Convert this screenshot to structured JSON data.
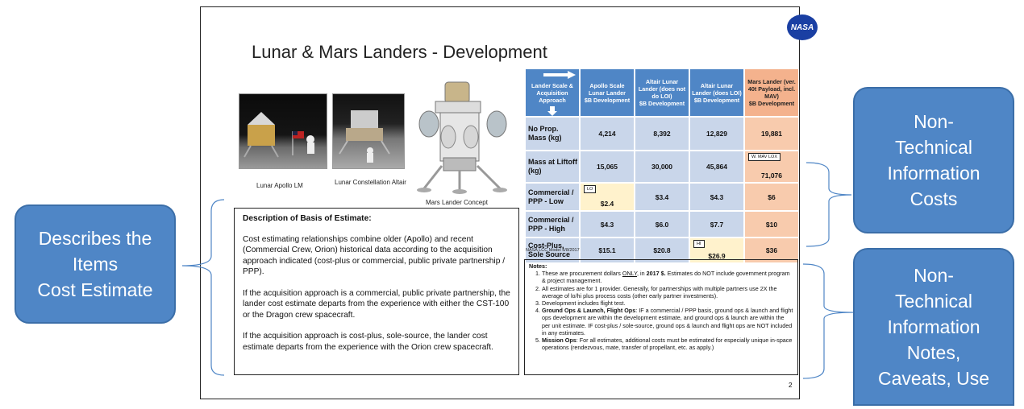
{
  "slide": {
    "title": "Lunar & Mars Landers - Development",
    "logo_text": "NASA",
    "page_number": "2"
  },
  "images": [
    {
      "caption": "Lunar Apollo LM",
      "icon": "apollo-lm-photo"
    },
    {
      "caption": "Lunar Constellation Altair",
      "icon": "altair-photo"
    },
    {
      "caption": "Mars  Lander Concept",
      "icon": "mars-lander-render"
    }
  ],
  "description": {
    "heading": "Description of Basis of Estimate:",
    "paragraphs": [
      "Cost estimating relationships combine older (Apollo) and recent (Commercial Crew, Orion) historical data according to the acquisition approach indicated (cost-plus or commercial, public private partnership / PPP).",
      "If the acquisition approach is a commercial, public private partnership, the lander cost estimate departs from the experience with either the CST-100 or the Dragon crew spacecraft.",
      "If the acquisition approach is cost-plus, sole-source, the lander cost estimate departs from the experience with the Orion crew spacecraft."
    ]
  },
  "table": {
    "corner": "Lander Scale & Acquisition Approach",
    "columns": [
      {
        "name": "Apollo Scale Lunar Lander",
        "unit": "$B Development"
      },
      {
        "name": "Altair Lunar Lander (does not do LOI)",
        "unit": "$B Development"
      },
      {
        "name": "Altair Lunar Lander (does LOI)",
        "unit": "$B Development"
      },
      {
        "name": "Mars Lander (ver. 40t Payload, incl. MAV)",
        "unit": "$B Development"
      }
    ],
    "rows": [
      {
        "label": "No Prop. Mass (kg)",
        "values": [
          "4,214",
          "8,392",
          "12,829",
          "19,881"
        ]
      },
      {
        "label": "Mass at Liftoff (kg)",
        "values": [
          "15,065",
          "30,000",
          "45,864",
          "71,076"
        ]
      },
      {
        "label": "Commercial / PPP - Low",
        "values": [
          "$2.4",
          "$3.4",
          "$4.3",
          "$6"
        ]
      },
      {
        "label": "Commercial / PPP - High",
        "values": [
          "$4.3",
          "$6.0",
          "$7.7",
          "$10"
        ]
      },
      {
        "label": "Cost-Plus, Sole Source",
        "values": [
          "$15.1",
          "$20.8",
          "$26.9",
          "$36"
        ]
      }
    ],
    "tags": {
      "mav": "W. MAV LOX",
      "lo": "LO",
      "hi": "HI"
    },
    "model_note": "NASA LCC Model 5/8/2017"
  },
  "notes": {
    "title": "Notes:",
    "items": [
      {
        "pre": "These are procurement dollars ",
        "u": "ONLY",
        "mid": ", in ",
        "b": "2017 $.",
        "post": " Estimates do NOT include government program & project management."
      },
      {
        "text": "All estimates are for 1 provider. Generally, for partnerships with multiple partners use 2X the average of lo/hi plus process costs (other early partner investments)."
      },
      {
        "text": "Development includes flight test."
      },
      {
        "b": "Ground Ops & Launch, Flight Ops",
        "post": ": IF a commercial / PPP basis, ground ops & launch and flight ops development are within the development estimate, and ground ops & launch are within the per unit estimate. IF cost-plus / sole-source, ground ops & launch and flight ops are NOT included in any estimates."
      },
      {
        "b": "Mission Ops",
        "post": ": For all estimates, additional costs must be estimated for especially unique in-space operations (rendezvous, mate, transfer of propellant, etc. as apply.)"
      }
    ]
  },
  "callouts": {
    "left": [
      "Describes the",
      "Items",
      "Cost Estimate"
    ],
    "right_top": [
      "Non-",
      "Technical",
      "Information",
      "Costs"
    ],
    "right_bottom": [
      "Non-",
      "Technical",
      "Information",
      "Notes,",
      "Caveats, Use"
    ]
  },
  "colors": {
    "header_blue": "#4f86c6",
    "cell_blue": "#c9d6ea",
    "cell_yellow": "#fff2cc",
    "cell_orange": "#f8cbad",
    "callout_blue": "#4f86c6"
  }
}
